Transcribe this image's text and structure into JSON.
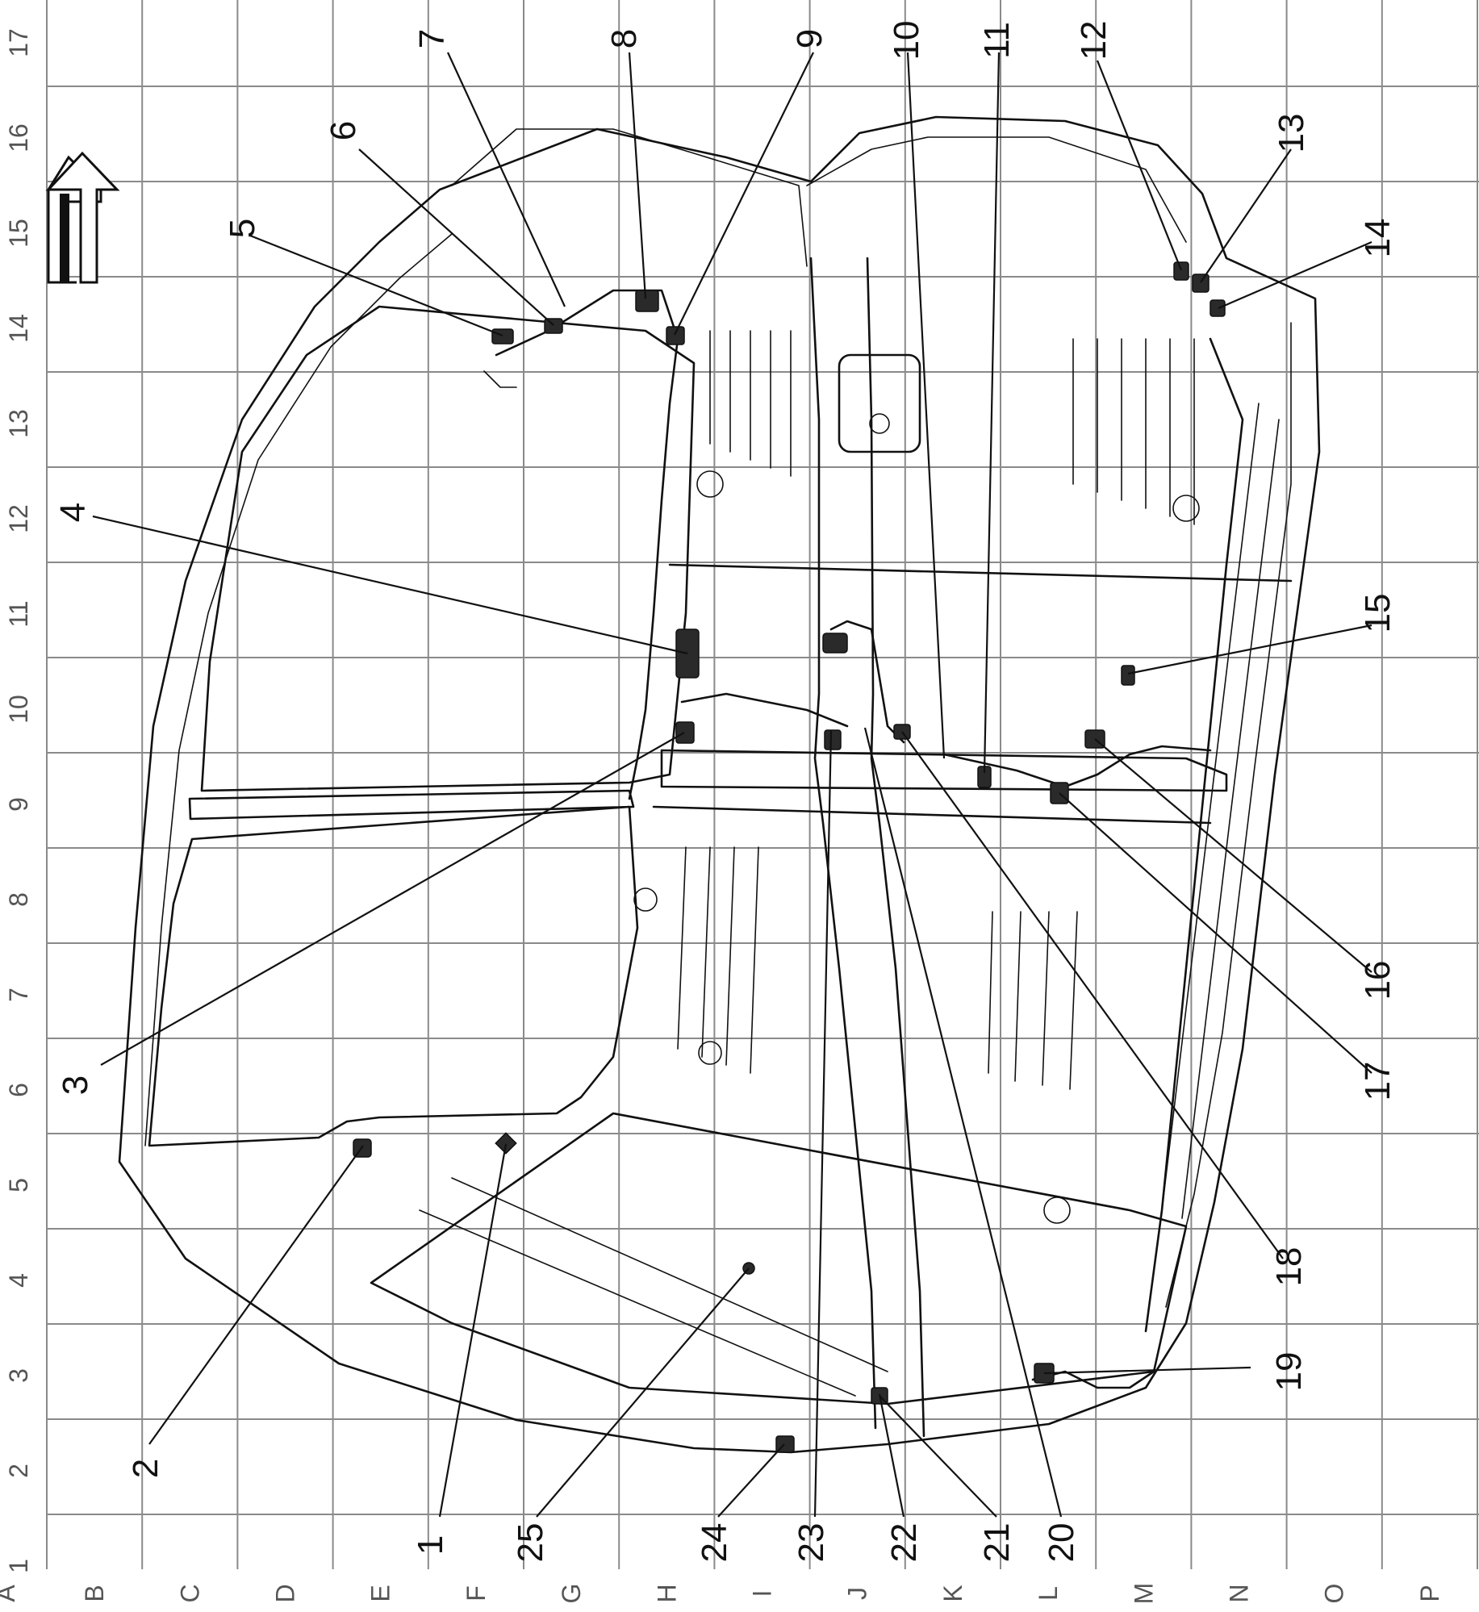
{
  "grid": {
    "columns": [
      "A",
      "B",
      "C",
      "D",
      "E",
      "F",
      "G",
      "H",
      "I",
      "J",
      "K",
      "L",
      "M",
      "N",
      "O",
      "P"
    ],
    "rows": [
      "1",
      "2",
      "3",
      "4",
      "5",
      "6",
      "7",
      "8",
      "9",
      "10",
      "11",
      "12",
      "13",
      "14",
      "15",
      "16",
      "17"
    ]
  },
  "orientation_arrow": {
    "icon": "up-arrow-icon"
  },
  "callouts": [
    {
      "id": "1",
      "label": "1"
    },
    {
      "id": "2",
      "label": "2"
    },
    {
      "id": "3",
      "label": "3"
    },
    {
      "id": "4",
      "label": "4"
    },
    {
      "id": "5",
      "label": "5"
    },
    {
      "id": "6",
      "label": "6"
    },
    {
      "id": "7",
      "label": "7"
    },
    {
      "id": "8",
      "label": "8"
    },
    {
      "id": "9",
      "label": "9"
    },
    {
      "id": "10",
      "label": "10"
    },
    {
      "id": "11",
      "label": "11"
    },
    {
      "id": "12",
      "label": "12"
    },
    {
      "id": "13",
      "label": "13"
    },
    {
      "id": "14",
      "label": "14"
    },
    {
      "id": "15",
      "label": "15"
    },
    {
      "id": "16",
      "label": "16"
    },
    {
      "id": "17",
      "label": "17"
    },
    {
      "id": "18",
      "label": "18"
    },
    {
      "id": "19",
      "label": "19"
    },
    {
      "id": "20",
      "label": "20"
    },
    {
      "id": "21",
      "label": "21"
    },
    {
      "id": "22",
      "label": "22"
    },
    {
      "id": "23",
      "label": "23"
    },
    {
      "id": "24",
      "label": "24"
    },
    {
      "id": "25",
      "label": "25"
    }
  ],
  "colors": {
    "line": "#111111",
    "grid": "#8a8a8a",
    "grid_text": "#555555",
    "background": "#ffffff"
  }
}
